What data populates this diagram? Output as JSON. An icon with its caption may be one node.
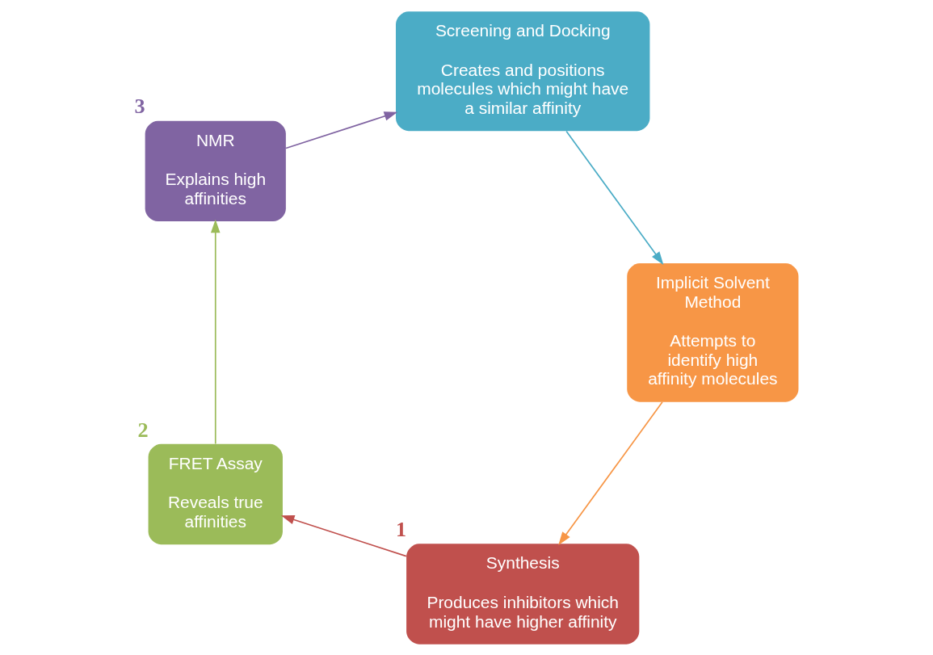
{
  "diagram": {
    "nodes": [
      {
        "text": [
          "Synthesis",
          "Produces inhibitors which might have higher affinity"
        ],
        "beside": [
          "1"
        ]
      },
      {
        "text": [
          "FRET Assay",
          "Reveals true affinities"
        ],
        "beside": [
          "2"
        ]
      },
      {
        "text": [
          "NMR",
          "Explains high affinities"
        ],
        "beside": [
          "3"
        ]
      },
      {
        "text": [
          "Screening and Docking",
          "Creates and positions molecules which might have a similar affinity"
        ]
      },
      {
        "text": [
          "Implicit Solvent Method",
          "Attempts to identify high affinity molecules"
        ]
      }
    ],
    "edges": [
      {
        "from": 0,
        "to": 1,
        "arrow": "to",
        "color": "#c0504d"
      },
      {
        "from": 1,
        "to": 2,
        "arrow": "to",
        "color": "#9bbb59"
      },
      {
        "from": 2,
        "to": 3,
        "arrow": "to",
        "color": "#8064a2"
      },
      {
        "from": 3,
        "to": 4,
        "arrow": "to",
        "color": "#4bacc6"
      },
      {
        "from": 4,
        "to": 0,
        "arrow": "to",
        "color": "#f79646"
      }
    ]
  }
}
